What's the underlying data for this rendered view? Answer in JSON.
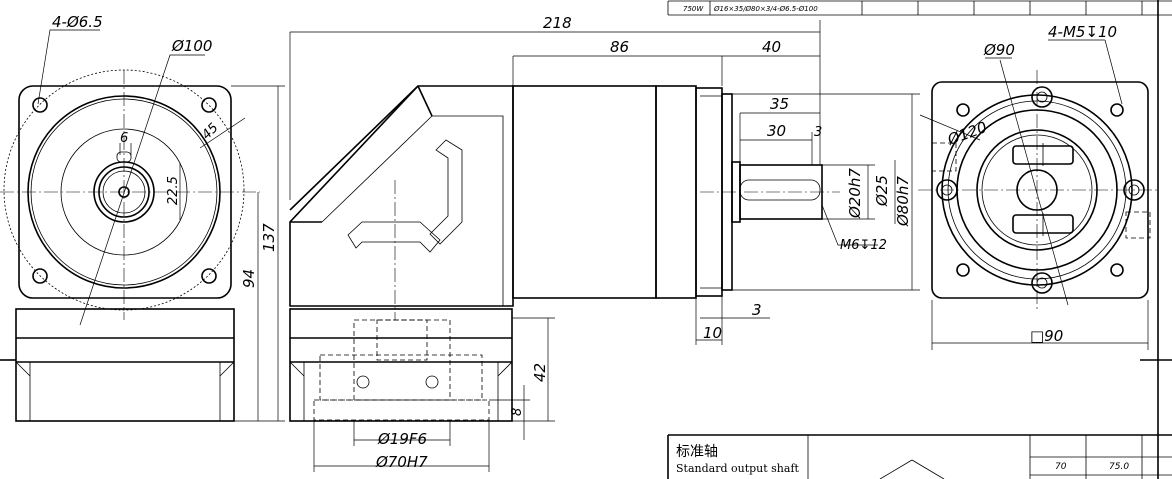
{
  "dimensions": {
    "holes_front": "4-Ø6.5",
    "pcd_front": "Ø100",
    "key_width": "6",
    "key_height": "22.5",
    "chamfer": "45",
    "overall_length": "218",
    "body_length": "86",
    "shaft_length": "40",
    "shaft_35": "35",
    "shaft_30": "30",
    "shaft_3": "3",
    "shaft_dia": "Ø20h7",
    "collar_dia": "Ø25",
    "pilot_dia": "Ø80h7",
    "center_thread": "M6↧12",
    "height_total": "137",
    "height_axis": "94",
    "flange_10": "10",
    "flange_3": "3",
    "height_42": "42",
    "height_8": "8",
    "bore_input": "Ø19F6",
    "pilot_input": "Ø70H7",
    "tapped_holes": "4-M5↧10",
    "pcd_output": "Ø90",
    "circle_output": "Ø120",
    "flange_square": "□90"
  },
  "top_table": {
    "power": "750W",
    "spec": "Ø16×35/Ø80×3/4-Ø6.5-Ø100"
  },
  "title_block": {
    "cn": "标准轴",
    "en": "Standard output shaft",
    "value_a": "70",
    "value_b": "75.0"
  }
}
